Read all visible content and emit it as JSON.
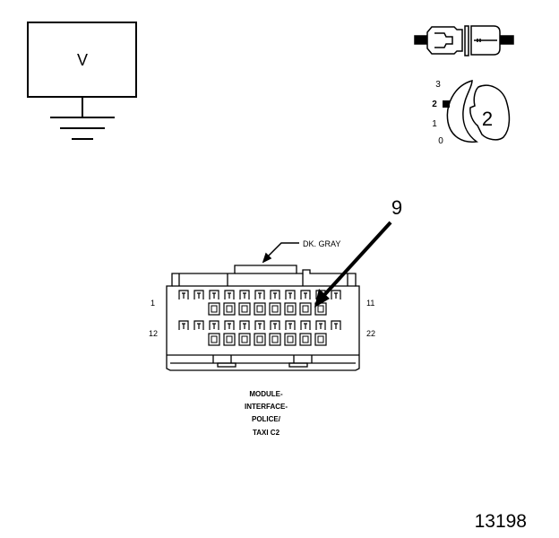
{
  "meter": {
    "symbol": "V"
  },
  "selector": {
    "positions": [
      "3",
      "2",
      "1",
      "0"
    ],
    "selected": "2",
    "knob_label": "2"
  },
  "callout": {
    "number": "9"
  },
  "connector": {
    "color_label": "DK. GRAY",
    "pin_start_top": "1",
    "pin_end_top": "11",
    "pin_start_bottom": "12",
    "pin_end_bottom": "22",
    "name_lines": [
      "MODULE-",
      "INTERFACE-",
      "POLICE/",
      "TAXI C2"
    ]
  },
  "figure_id": "13198"
}
